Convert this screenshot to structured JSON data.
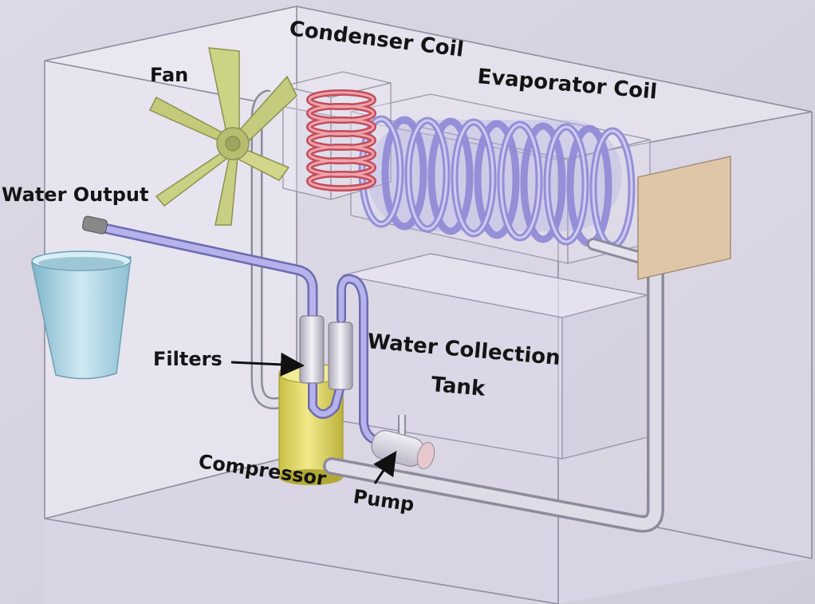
{
  "labels": {
    "fan": "Fan",
    "condenser_coil": "Condenser Coil",
    "evaporator_coil": "Evaporator Coil",
    "water_output": "Water Output",
    "filters": "Filters",
    "water_collection_tank_line1": "Water Collection",
    "water_collection_tank_line2": "Tank",
    "compressor": "Compressor",
    "pump": "Pump"
  },
  "colors": {
    "enclosure_fill": "#e4e0ee",
    "enclosure_edge": "#8a8798",
    "condenser_coil": "#e0707a",
    "evaporator_coil": "#a7a3e2",
    "compressor": "#ece07a",
    "fan_blades": "#c9cf86",
    "water_line": "#9d9bd6",
    "refrigerant_line": "#d6d4df",
    "control_panel": "#e0c6a8",
    "cup": "#a6cfe0"
  }
}
